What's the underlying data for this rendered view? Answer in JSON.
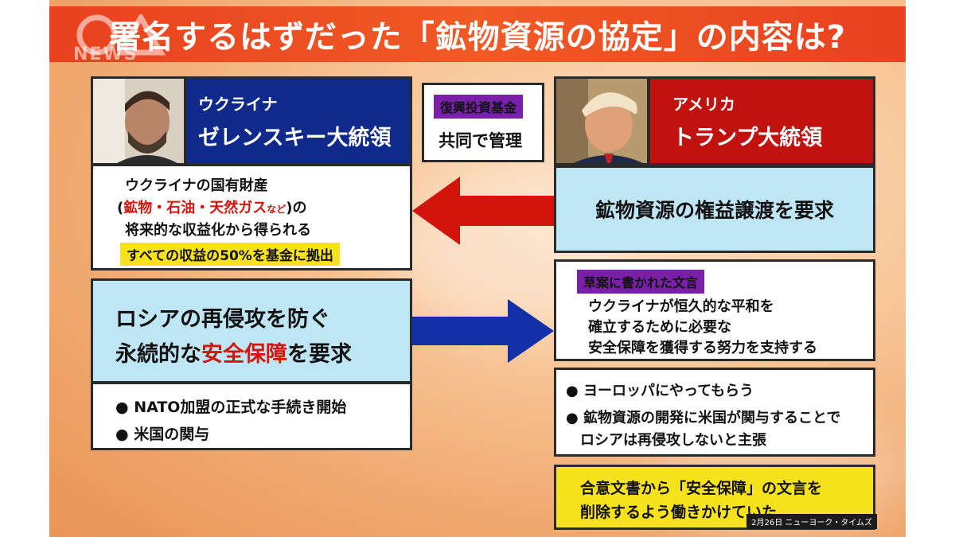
{
  "title": "署名するはずだった「鉱物資源の協定」の内容は?",
  "logo": {
    "text": "NEWS"
  },
  "ukraine": {
    "country": "ウクライナ",
    "leader": "ゼレンスキー大統領",
    "offer_line1": "ウクライナの国有財産",
    "offer_line2_paren_open": "(",
    "offer_line2_red": "鉱物・石油・天然ガス",
    "offer_line2_small": "など",
    "offer_line2_paren_close": ")",
    "offer_line2_suffix": "の",
    "offer_line3": "将来的な収益化から得られる",
    "offer_highlight": "すべての収益の50%を基金に拠出",
    "demand_line1": "ロシアの再侵攻を防ぐ",
    "demand_line2_prefix": "永続的な",
    "demand_line2_red": "安全保障",
    "demand_line2_suffix": "を要求",
    "points": [
      "● NATO加盟の正式な手続き開始",
      "● 米国の関与"
    ]
  },
  "fund": {
    "label": "復興投資基金",
    "text": "共同で管理"
  },
  "usa": {
    "country": "アメリカ",
    "leader": "トランプ大統領",
    "demand": "鉱物資源の権益譲渡を要求",
    "draft_label": "草案に書かれた文言",
    "draft_line1": "ウクライナが恒久的な平和を",
    "draft_line2": "確立するために必要な",
    "draft_line3_red": "安全保障を獲得する努力を支持する",
    "point1": "● ヨーロッパにやってもらう",
    "point2": "● 鉱物資源の開発に米国が関与することで",
    "point2_red": "ロシアは再侵攻しないと主張",
    "yellow_line1": "合意文書から「安全保障」の文言を",
    "yellow_line2_red": "削除するよう働きかけていた"
  },
  "source": "2月26日 ニューヨーク・タイムズ",
  "colors": {
    "title_bg": "#f05a25",
    "navy": "#102a8c",
    "dark_red": "#c0130f",
    "light_blue": "#bfe6f4",
    "yellow": "#f7e21c",
    "purple": "#7a1fa8",
    "arrow_red": "#d2140c",
    "arrow_blue": "#1230a8"
  }
}
